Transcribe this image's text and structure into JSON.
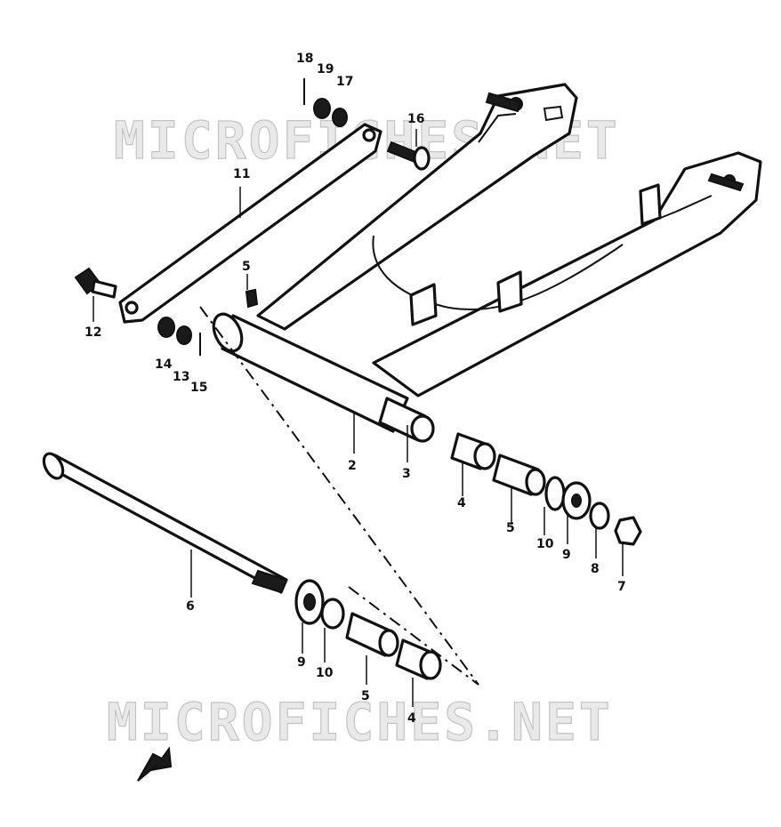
{
  "watermark_top": "MICROFICHES.NET",
  "watermark_bottom": "MICROFICHES.NET",
  "callouts": {
    "c2": "2",
    "c3": "3",
    "c4a": "4",
    "c4b": "4",
    "c5a": "5",
    "c5b": "5",
    "c5c": "5",
    "c6": "6",
    "c7": "7",
    "c8": "8",
    "c9a": "9",
    "c9b": "9",
    "c10a": "10",
    "c10b": "10",
    "c11": "11",
    "c12": "12",
    "c13": "13",
    "c14": "14",
    "c15": "15",
    "c16": "16",
    "c17": "17",
    "c18": "18",
    "c19": "19"
  },
  "icons": {
    "direction_arrow": "arrow-icon"
  }
}
